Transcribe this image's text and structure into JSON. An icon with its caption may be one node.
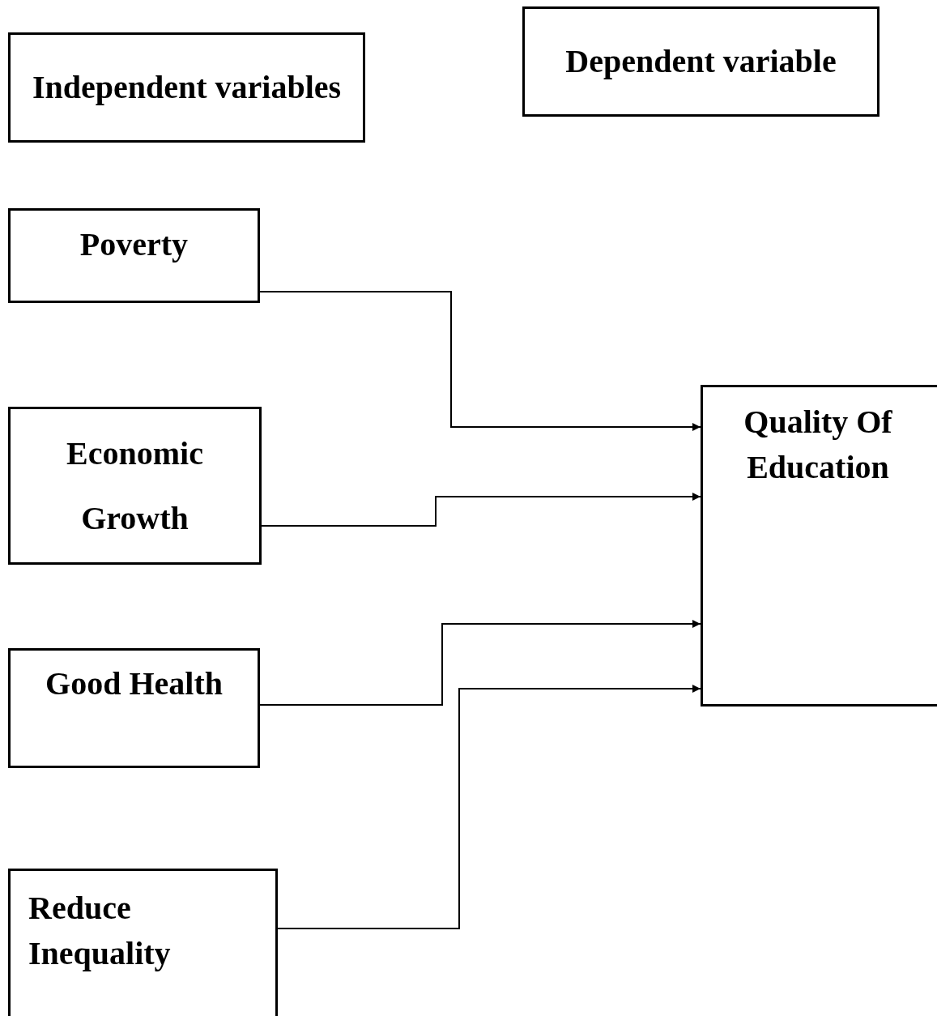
{
  "diagram": {
    "nodes": [
      {
        "text": [
          "Independent variables"
        ]
      },
      {
        "text": [
          "Dependent variable"
        ]
      },
      {
        "text": [
          "Poverty"
        ]
      },
      {
        "text": [
          "Economic Growth"
        ]
      },
      {
        "text": [
          "Good Health"
        ]
      },
      {
        "text": [
          "Reduce Inequality"
        ]
      },
      {
        "text": [
          "Quality Of Education"
        ]
      }
    ],
    "edges": [
      {
        "from": 2,
        "to": 6,
        "arrow": "to"
      },
      {
        "from": 3,
        "to": 6,
        "arrow": "to"
      },
      {
        "from": 4,
        "to": 6,
        "arrow": "to"
      },
      {
        "from": 5,
        "to": 6,
        "arrow": "to"
      }
    ]
  }
}
